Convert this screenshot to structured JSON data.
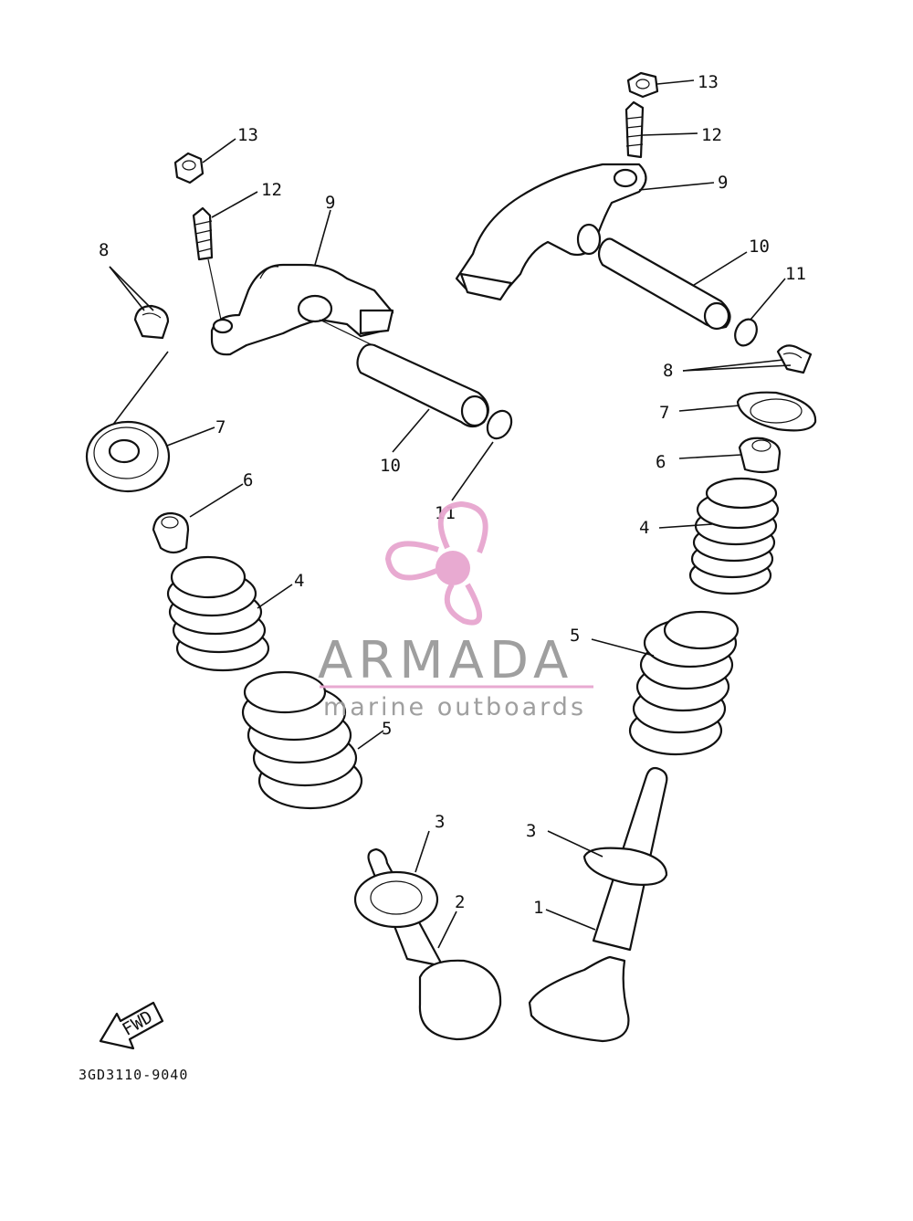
{
  "diagram": {
    "part_code": "3GD3110-9040",
    "direction_arrow": "FWD",
    "callouts": {
      "l_13": "13",
      "l_12": "12",
      "l_9": "9",
      "l_8": "8",
      "l_7": "7",
      "l_10": "10",
      "l_11": "11",
      "l_6": "6",
      "l_4": "4",
      "l_5": "5",
      "l_3": "3",
      "l_2": "2",
      "r_13": "13",
      "r_12": "12",
      "r_9": "9",
      "r_10": "10",
      "r_11": "11",
      "r_8": "8",
      "r_7": "7",
      "r_6": "6",
      "r_4": "4",
      "r_5": "5",
      "r_3": "3",
      "r_1": "1"
    }
  },
  "watermark": {
    "brand": "ARMADA",
    "tagline": "marine outboards",
    "color": "#e7a6cf",
    "text_color": "#9a9a9a"
  }
}
